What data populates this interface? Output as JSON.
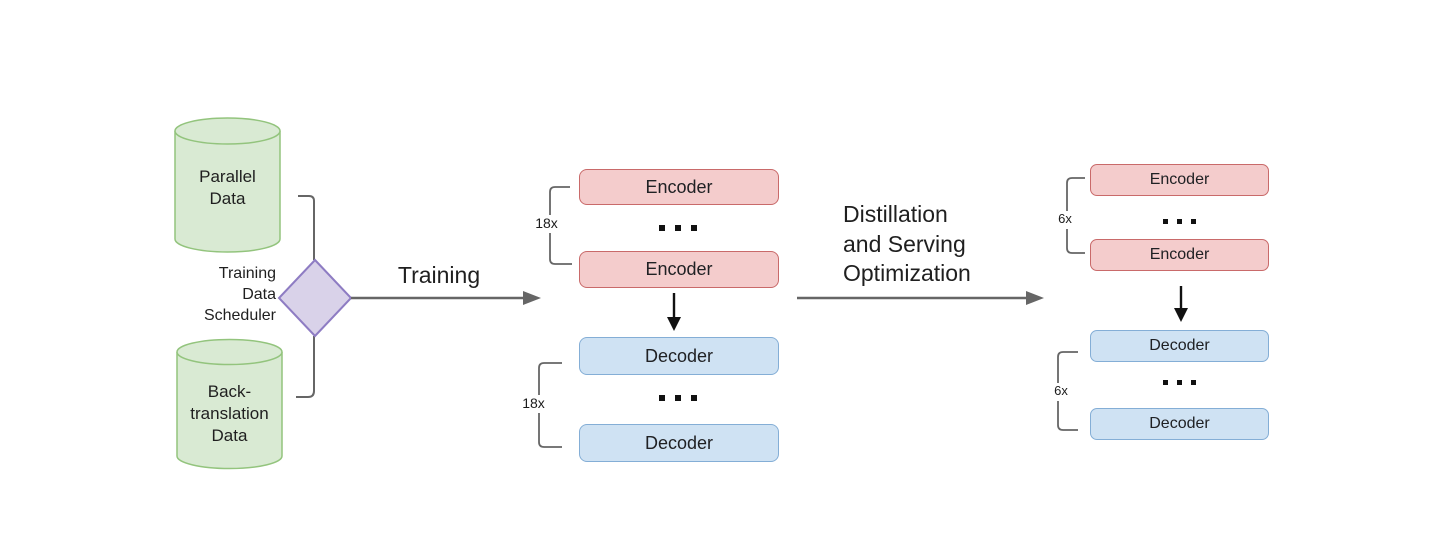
{
  "colors": {
    "canvas_bg": "#ffffff",
    "green_fill": "#d9ead3",
    "green_stroke": "#93c47d",
    "purple_fill": "#d9d2e9",
    "purple_stroke": "#8e7cc3",
    "red_fill": "#f4cccc",
    "red_stroke": "#c96a6a",
    "blue_fill": "#cfe2f3",
    "blue_stroke": "#84aed6",
    "line_gray": "#666666",
    "text_dark": "#1f1f1f"
  },
  "sources": {
    "parallel_data": "Parallel\nData",
    "backtranslation_data": "Back-\ntranslation\nData"
  },
  "scheduler": {
    "label": "Training\nData\nScheduler"
  },
  "arrows": {
    "training": "Training",
    "distillation": "Distillation\nand Serving\nOptimization"
  },
  "teacher_model": {
    "encoder_multiplier": "18x",
    "decoder_multiplier": "18x",
    "encoder_top": "Encoder",
    "encoder_bottom": "Encoder",
    "decoder_top": "Decoder",
    "decoder_bottom": "Decoder"
  },
  "student_model": {
    "encoder_multiplier": "6x",
    "decoder_multiplier": "6x",
    "encoder_top": "Encoder",
    "encoder_bottom": "Encoder",
    "decoder_top": "Decoder",
    "decoder_bottom": "Decoder"
  }
}
